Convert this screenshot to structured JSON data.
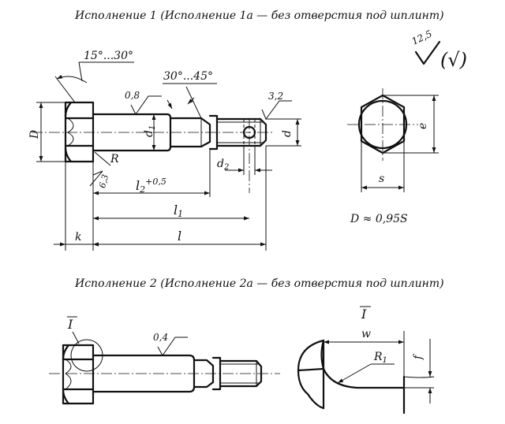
{
  "variant1": {
    "title": "Исполнение 1 (Исполнение 1а — без отверстия под шплинт)",
    "angle_head": "15°...30°",
    "angle_groove": "30°...45°",
    "rough_shank": "0,8",
    "rough_thread": "3,2",
    "rough_underhead": "6,3",
    "rough_general_value": "12,5",
    "rough_general_paren": "(√)",
    "dim_D": "D",
    "dim_d1": "d",
    "dim_d1_sub": "1",
    "dim_d": "d",
    "dim_d2": "d",
    "dim_d2_sub": "2",
    "dim_R": "R",
    "dim_l2": "l",
    "dim_l2_sub": "2",
    "dim_l2_tol": "+0,5",
    "dim_l1": "l",
    "dim_l1_sub": "1",
    "dim_l": "l",
    "dim_k": "k",
    "dim_e": "e",
    "dim_s": "s",
    "formula": "D ≈ 0,95S"
  },
  "variant2": {
    "title": "Исполнение 2 (Исполнение 2а — без отверстия под шплинт)",
    "rough_shank": "0,4",
    "view_label_left": "I",
    "view_label_right": "I",
    "dim_w": "w",
    "dim_R1": "R",
    "dim_R1_sub": "1",
    "dim_f": "f"
  }
}
